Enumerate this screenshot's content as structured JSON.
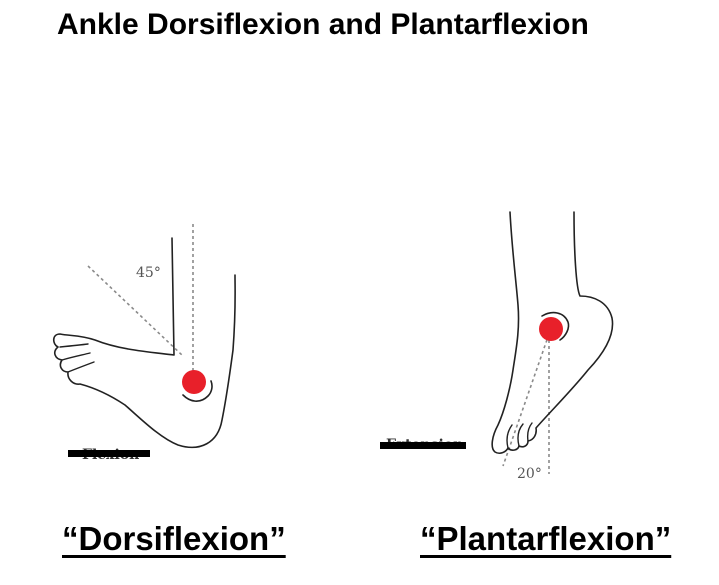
{
  "title": "Ankle Dorsiflexion and Plantarflexion",
  "dorsiflexion": {
    "angle_label": "45°",
    "struck_label": "Flexion",
    "caption": "“Dorsiflexion”",
    "marker_color": "#e8202a"
  },
  "plantarflexion": {
    "angle_label": "20°",
    "struck_label": "Extension",
    "caption": "“Plantarflexion”",
    "marker_color": "#e8202a"
  },
  "colors": {
    "outline": "#222222",
    "guide_line": "#8a8a8a",
    "angle_text": "#555555",
    "redaction_bar": "#000000"
  }
}
